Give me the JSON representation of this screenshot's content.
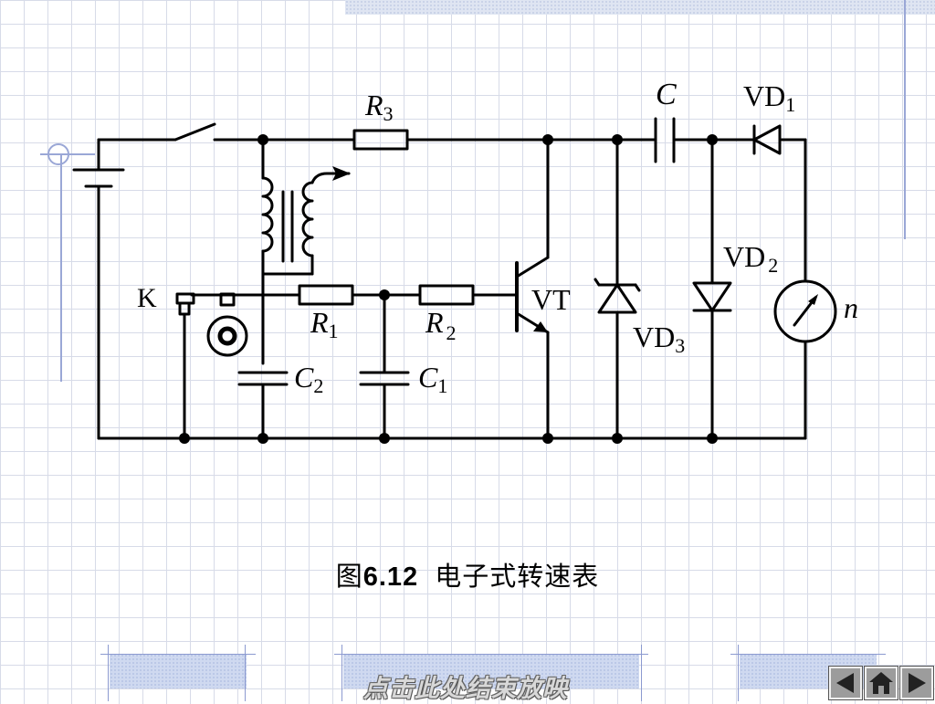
{
  "diagram": {
    "labels": {
      "R3": "R",
      "R3_sub": "3",
      "C": "C",
      "VD1": "VD",
      "VD1_sub": "1",
      "VD2": "VD",
      "VD2_sub": "2",
      "VD3": "VD",
      "VD3_sub": "3",
      "VT": "VT",
      "K": "K",
      "R1": "R",
      "R1_sub": "1",
      "R2": "R",
      "R2_sub": "2",
      "C2": "C",
      "C2_sub": "2",
      "C1": "C",
      "C1_sub": "1",
      "n": "n"
    }
  },
  "caption": {
    "prefix": "图",
    "number": "6.12",
    "title": "电子式转速表"
  },
  "footer": {
    "end_show_label": "点击此处结束放映",
    "nav_icons": [
      "previous-icon",
      "home-icon",
      "next-icon"
    ]
  },
  "colors": {
    "grid": "#d7dbe8",
    "accent": "#9aa7d6",
    "wire": "#000000"
  }
}
